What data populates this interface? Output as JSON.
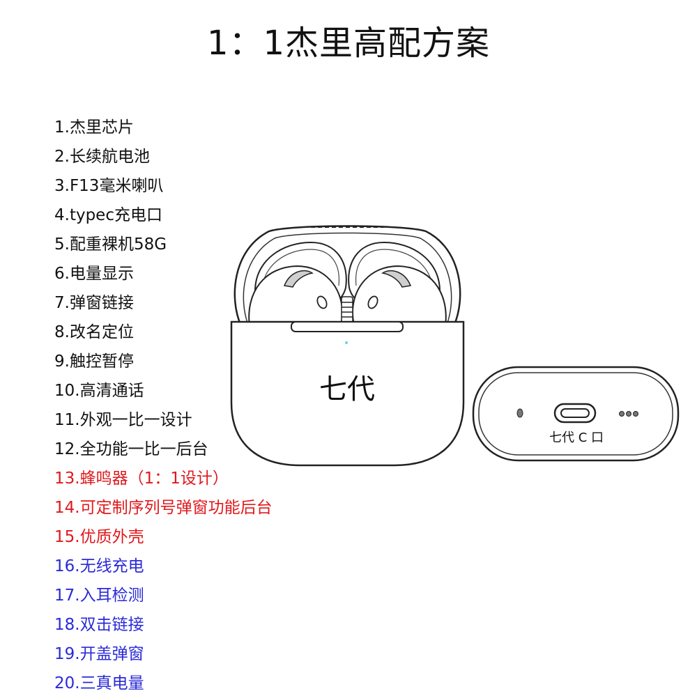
{
  "title": "1：1杰里高配方案",
  "features": [
    {
      "text": "1.杰里芯片",
      "color": "#111111"
    },
    {
      "text": "2.长续航电池",
      "color": "#111111"
    },
    {
      "text": "3.F13毫米喇叭",
      "color": "#111111"
    },
    {
      "text": "4.typec充电口",
      "color": "#111111"
    },
    {
      "text": "5.配重裸机58G",
      "color": "#111111"
    },
    {
      "text": "6.电量显示",
      "color": "#111111"
    },
    {
      "text": "7.弹窗链接",
      "color": "#111111"
    },
    {
      "text": "8.改名定位",
      "color": "#111111"
    },
    {
      "text": "9.触控暂停",
      "color": "#111111"
    },
    {
      "text": "10.高清通话",
      "color": "#111111"
    },
    {
      "text": "11.外观一比一设计",
      "color": "#111111"
    },
    {
      "text": "12.全功能一比一后台",
      "color": "#111111"
    },
    {
      "text": "13.蜂鸣器（1：1设计）",
      "color": "#e0191c"
    },
    {
      "text": "14.可定制序列号弹窗功能后台",
      "color": "#e0191c"
    },
    {
      "text": "15.优质外壳",
      "color": "#e0191c"
    },
    {
      "text": "16.无线充电",
      "color": "#2a2ad8"
    },
    {
      "text": "17.入耳检测",
      "color": "#2a2ad8"
    },
    {
      "text": "18.双击链接",
      "color": "#2a2ad8"
    },
    {
      "text": "19.开盖弹窗",
      "color": "#2a2ad8"
    },
    {
      "text": "20.三真电量",
      "color": "#2a2ad8"
    }
  ],
  "case_label": "七代",
  "port_label": "七代 C 口",
  "led_color": "#6fd0e6"
}
